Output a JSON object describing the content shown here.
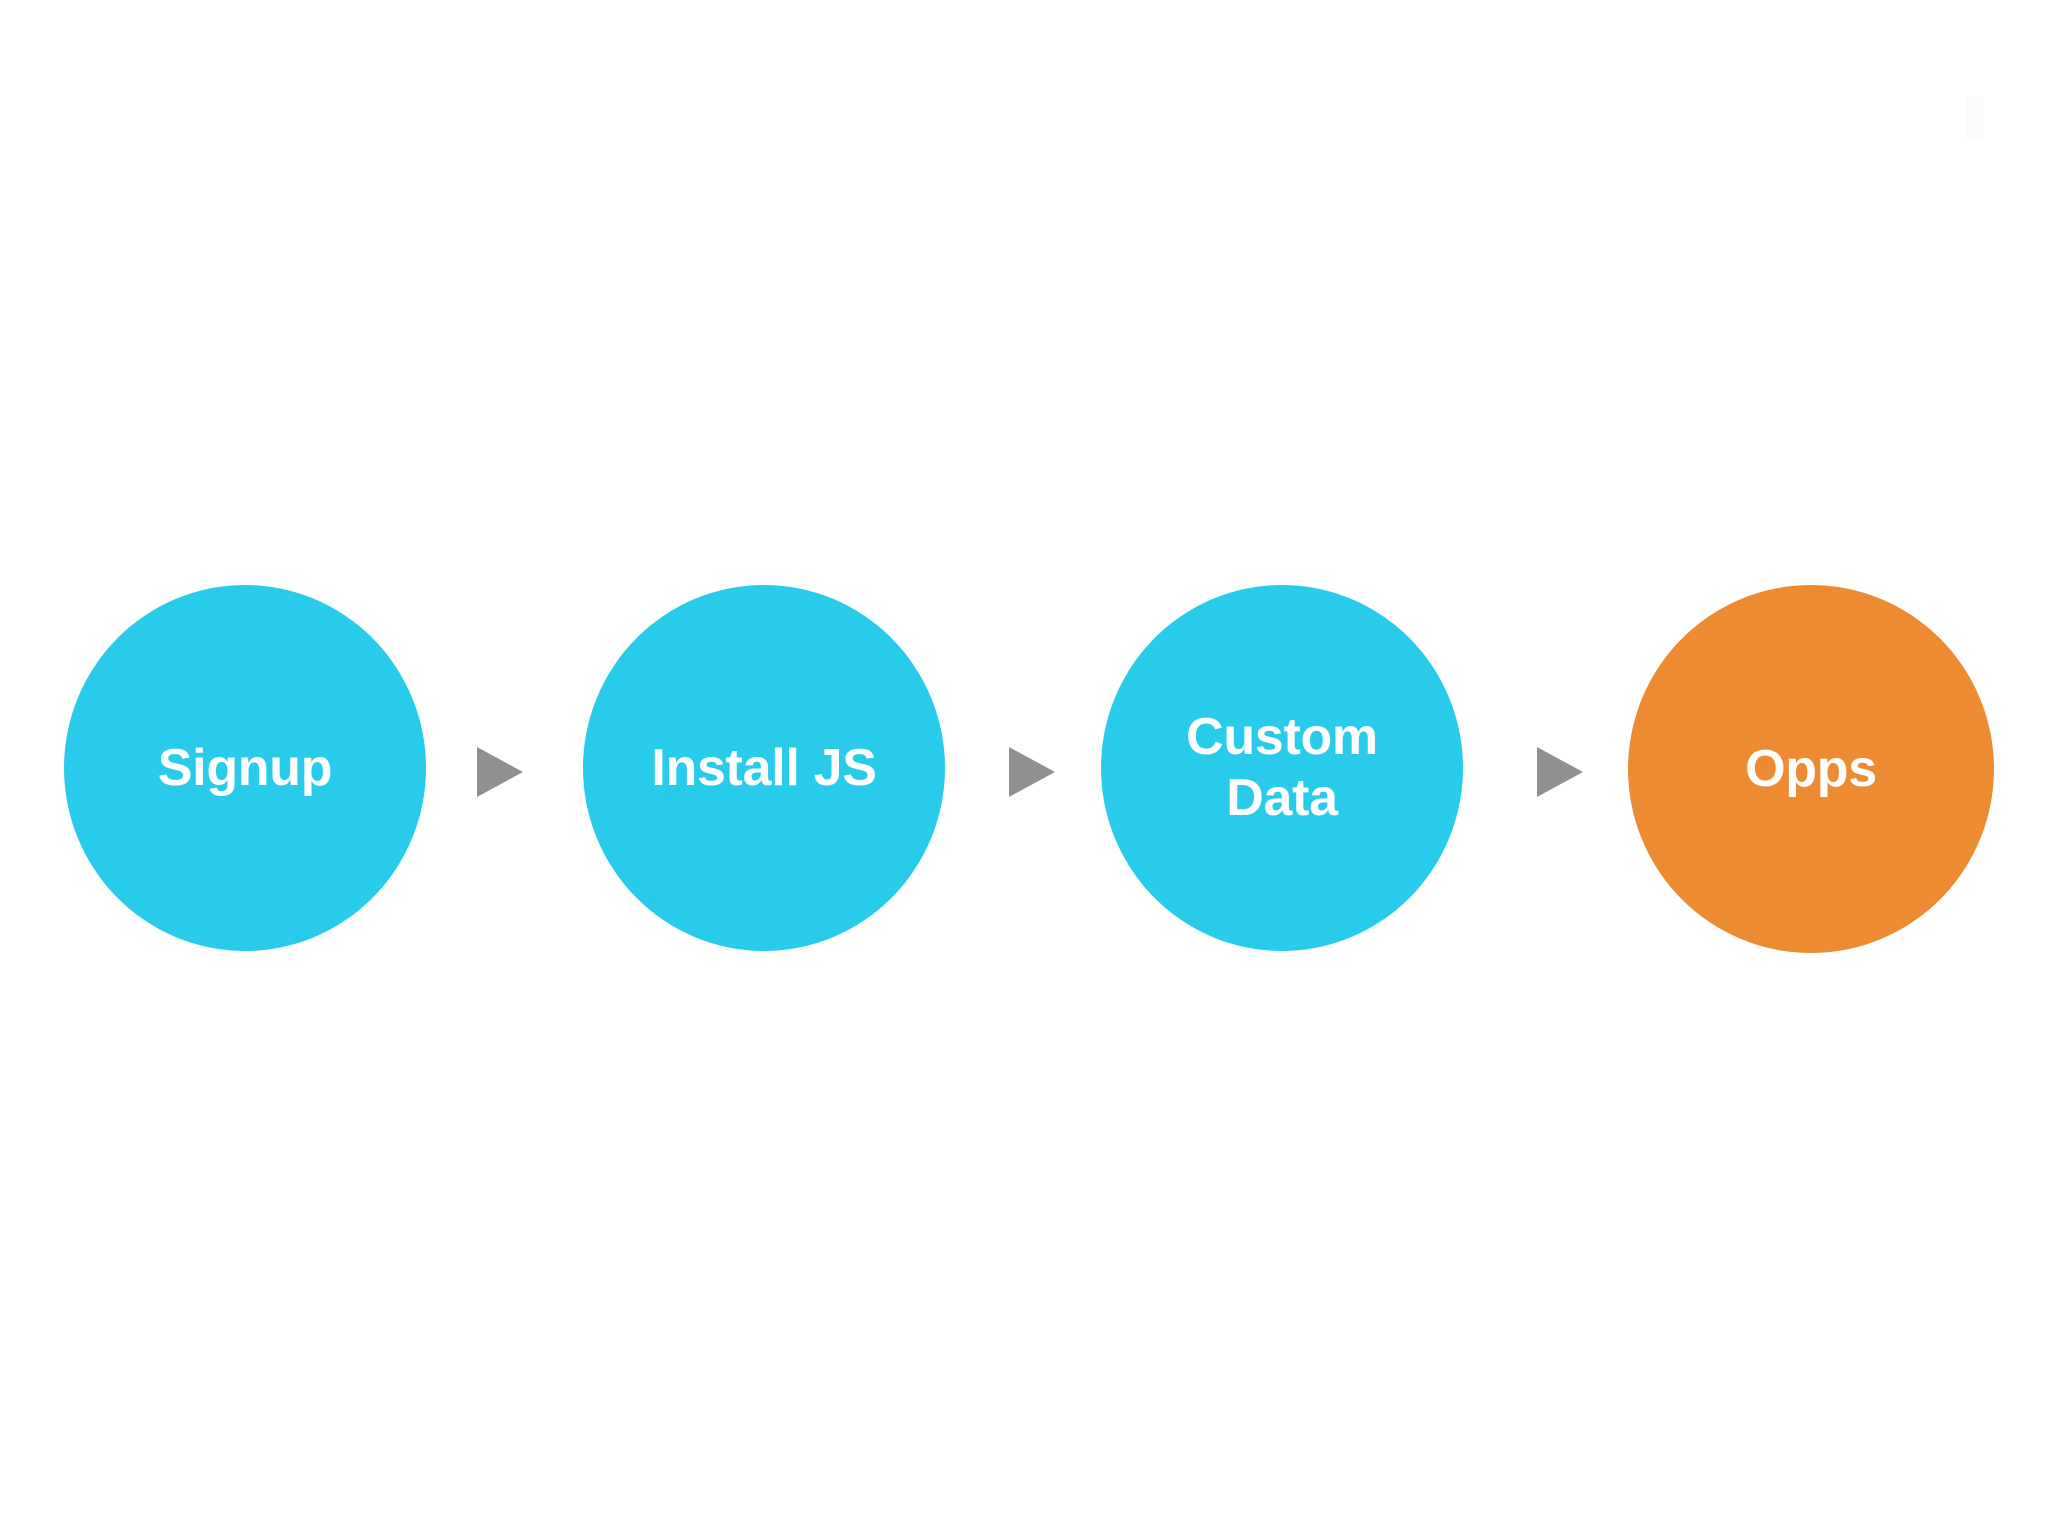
{
  "diagram": {
    "type": "linear-flow",
    "orientation": "horizontal",
    "background_color": "#ffffff",
    "node_shape": "circle",
    "connector_icon": "triangle-right-icon",
    "connector_color": "#909090",
    "label_color": "#ffffff",
    "nodes": [
      {
        "id": "signup",
        "label": "Signup",
        "color": "#29cbea",
        "order": 1
      },
      {
        "id": "install-js",
        "label": "Install JS",
        "color": "#29cbea",
        "order": 2
      },
      {
        "id": "custom-data",
        "label": "Custom\nData",
        "color": "#29cbea",
        "order": 3
      },
      {
        "id": "opps",
        "label": "Opps",
        "color": "#ed8b33",
        "order": 4
      }
    ],
    "connectors": [
      {
        "from": "signup",
        "to": "install-js"
      },
      {
        "from": "install-js",
        "to": "custom-data"
      },
      {
        "from": "custom-data",
        "to": "opps"
      }
    ]
  }
}
